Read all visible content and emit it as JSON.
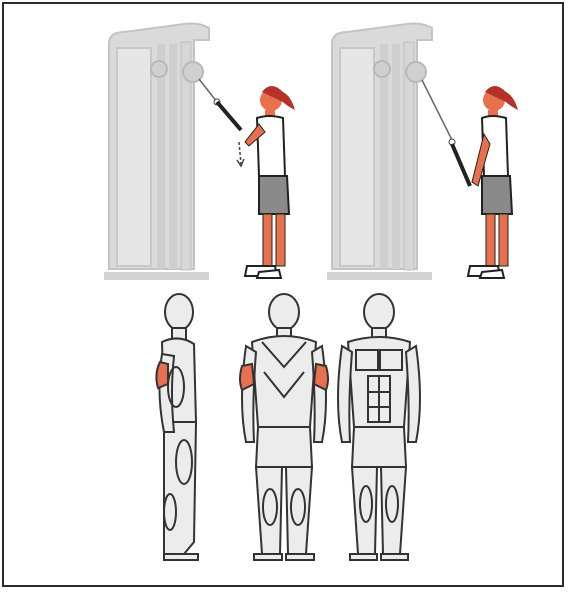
{
  "title": "",
  "panels": [
    {
      "id": "start-position"
    },
    {
      "id": "end-position"
    }
  ],
  "muscle_views": [
    {
      "id": "side-view"
    },
    {
      "id": "back-view"
    },
    {
      "id": "front-view"
    }
  ],
  "colors": {
    "machine": "#d4d4d4",
    "machine_outline": "#bdbdbd",
    "skin": "#e8704f",
    "hair": "#b5322a",
    "shirt": "#ffffff",
    "shorts": "#8a8a8a",
    "body_fill": "#ececec",
    "muscle_line": "#333333",
    "highlight_muscle": "#e8704f"
  },
  "icons": [
    "cable-machine-icon",
    "person-exercise-icon",
    "muscle-map-icon"
  ]
}
